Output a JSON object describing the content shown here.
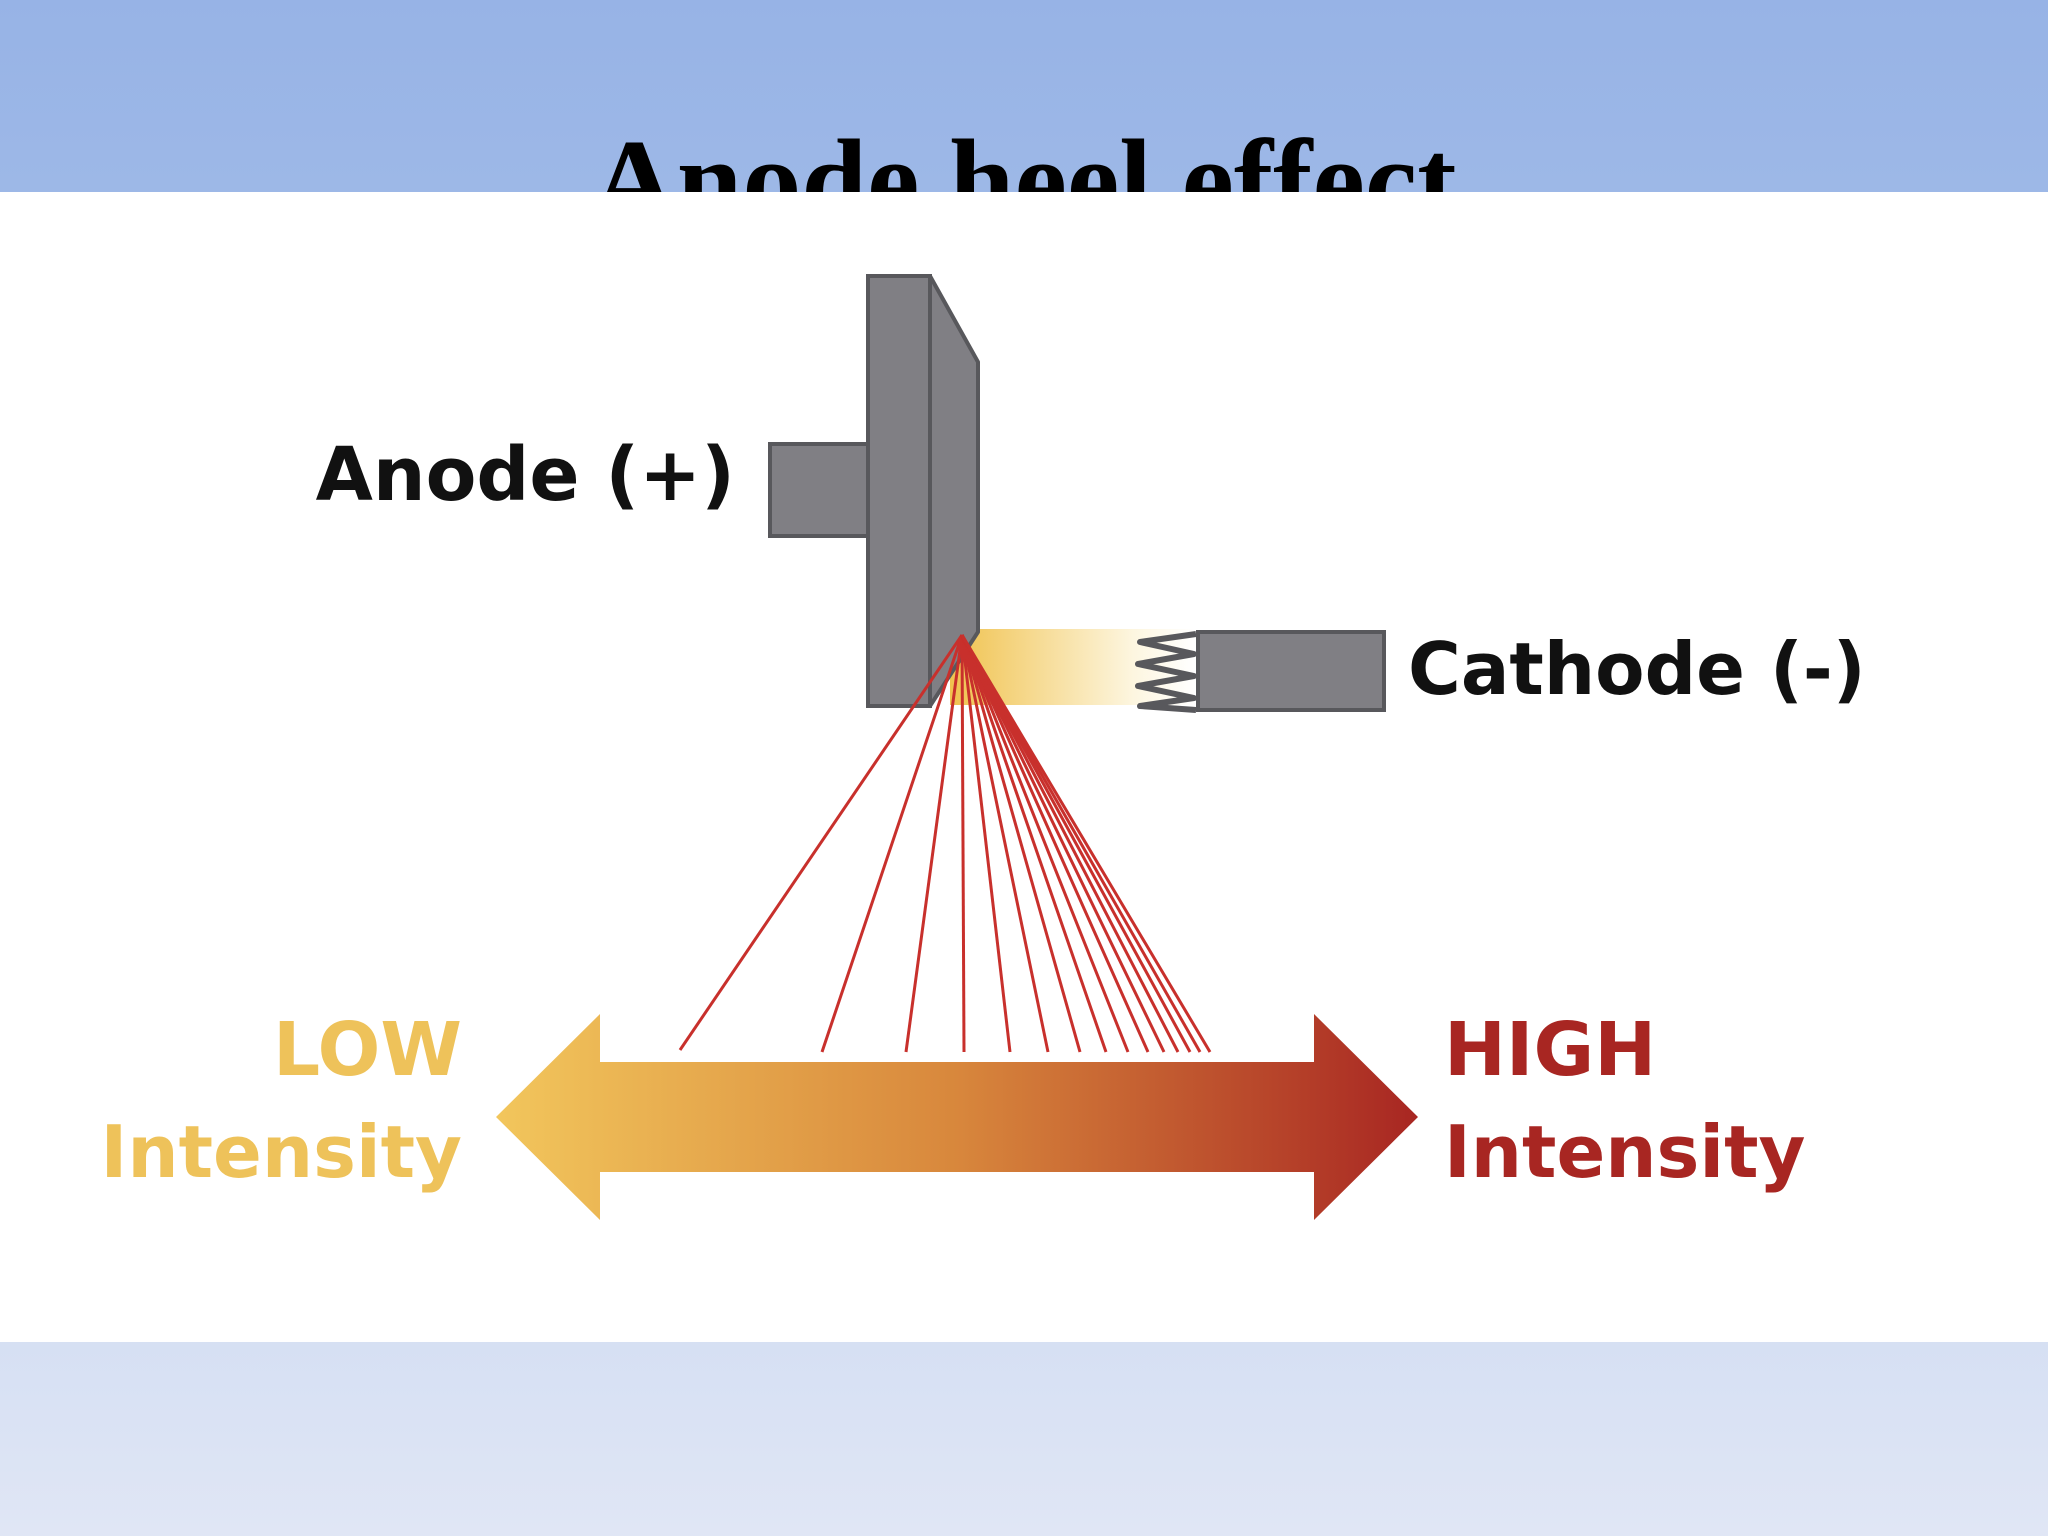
{
  "slide": {
    "title": "Anode heel effect"
  },
  "diagram": {
    "anode_label": "Anode (+)",
    "cathode_label": "Cathode (-)",
    "low_word": "LOW",
    "low_intensity": "Intensity",
    "high_word": "HIGH",
    "high_intensity": "Intensity"
  },
  "colors": {
    "electrode_gray": "#807f84",
    "electrode_stroke": "#58585c",
    "ray_red": "#c8302c",
    "low_gold": "#eec25a",
    "high_red": "#a82622",
    "beam_yellow": "#f3cf6a"
  }
}
